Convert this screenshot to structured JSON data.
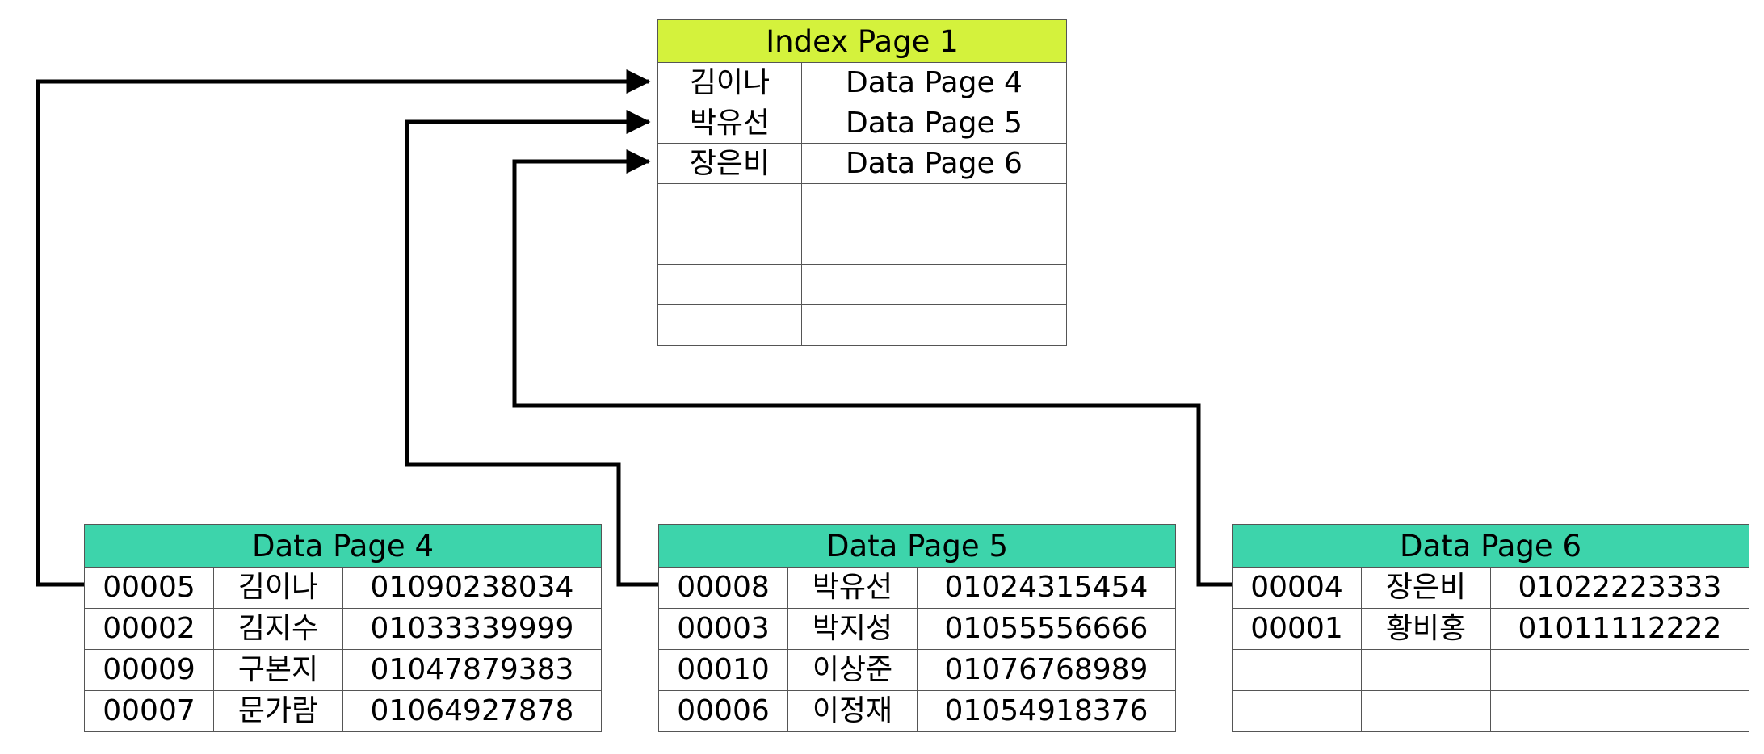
{
  "index_page": {
    "title": "Index Page 1",
    "rows": [
      {
        "key": "김이나",
        "page": "Data Page 4"
      },
      {
        "key": "박유선",
        "page": "Data Page 5"
      },
      {
        "key": "장은비",
        "page": "Data Page 6"
      },
      {
        "key": "",
        "page": ""
      },
      {
        "key": "",
        "page": ""
      },
      {
        "key": "",
        "page": ""
      },
      {
        "key": "",
        "page": ""
      }
    ]
  },
  "data_pages": [
    {
      "title": "Data Page 4",
      "rows": [
        {
          "id": "00005",
          "name": "김이나",
          "phone": "01090238034"
        },
        {
          "id": "00002",
          "name": "김지수",
          "phone": "01033339999"
        },
        {
          "id": "00009",
          "name": "구본지",
          "phone": "01047879383"
        },
        {
          "id": "00007",
          "name": "문가람",
          "phone": "01064927878"
        }
      ]
    },
    {
      "title": "Data Page 5",
      "rows": [
        {
          "id": "00008",
          "name": "박유선",
          "phone": "01024315454"
        },
        {
          "id": "00003",
          "name": "박지성",
          "phone": "01055556666"
        },
        {
          "id": "00010",
          "name": "이상준",
          "phone": "01076768989"
        },
        {
          "id": "00006",
          "name": "이정재",
          "phone": "01054918376"
        }
      ]
    },
    {
      "title": "Data Page 6",
      "rows": [
        {
          "id": "00004",
          "name": "장은비",
          "phone": "01022223333"
        },
        {
          "id": "00001",
          "name": "황비홍",
          "phone": "01011112222"
        },
        {
          "id": "",
          "name": "",
          "phone": ""
        },
        {
          "id": "",
          "name": "",
          "phone": ""
        }
      ]
    }
  ],
  "colors": {
    "index_header": "#d4f23c",
    "data_header": "#3dd4ab",
    "line": "#000000",
    "grid": "#555555"
  }
}
